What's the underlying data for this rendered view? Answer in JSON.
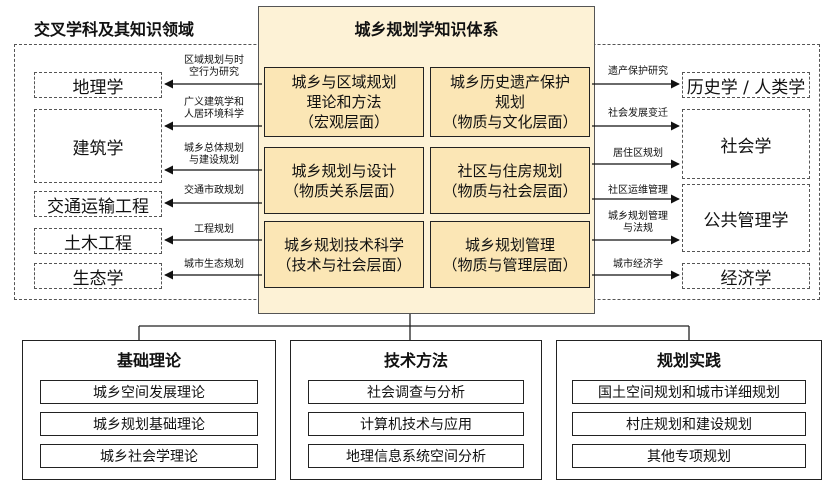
{
  "outer_title": "交叉学科及其知识领域",
  "core_title": "城乡规划学知识体系",
  "core_cells": [
    {
      "line1": "城乡与区域规划",
      "line2": "理论和方法",
      "line3": "（宏观层面）"
    },
    {
      "line1": "城乡历史遗产保护",
      "line2": "规划",
      "line3": "（物质与文化层面）"
    },
    {
      "line1": "城乡规划与设计",
      "line2": "（物质关系层面）"
    },
    {
      "line1": "社区与住房规划",
      "line2": "（物质与社会层面）"
    },
    {
      "line1": "城乡规划技术科学",
      "line2": "（技术与社会层面）"
    },
    {
      "line1": "城乡规划管理",
      "line2": "（物质与管理层面）"
    }
  ],
  "left_disciplines": [
    "地理学",
    "建筑学",
    "交通运输工程",
    "土木工程",
    "生态学"
  ],
  "right_disciplines": [
    "历史学 / 人类学",
    "社会学",
    "公共管理学",
    "经济学"
  ],
  "left_annotations": [
    {
      "line1": "区域规划与时",
      "line2": "空行为研究"
    },
    {
      "line1": "广义建筑学和",
      "line2": "人居环境科学"
    },
    {
      "line1": "城乡总体规划",
      "line2": "与建设规划"
    },
    {
      "line1": "交通市政规划",
      "line2": ""
    },
    {
      "line1": "工程规划",
      "line2": ""
    },
    {
      "line1": "城市生态规划",
      "line2": ""
    }
  ],
  "right_annotations": [
    {
      "line1": "遗产保护研究",
      "line2": ""
    },
    {
      "line1": "社会发展变迁",
      "line2": ""
    },
    {
      "line1": "居住区规划",
      "line2": ""
    },
    {
      "line1": "社区运维管理",
      "line2": ""
    },
    {
      "line1": "城乡规划管理",
      "line2": "与法规"
    },
    {
      "line1": "城市经济学",
      "line2": ""
    }
  ],
  "bottom_groups": [
    {
      "title": "基础理论",
      "items": [
        "城乡空间发展理论",
        "城乡规划基础理论",
        "城乡社会学理论"
      ]
    },
    {
      "title": "技术方法",
      "items": [
        "社会调查与分析",
        "计算机技术与应用",
        "地理信息系统空间分析"
      ]
    },
    {
      "title": "规划实践",
      "items": [
        "国土空间规划和城市详细规划",
        "村庄规划和建设规划",
        "其他专项规划"
      ]
    }
  ]
}
